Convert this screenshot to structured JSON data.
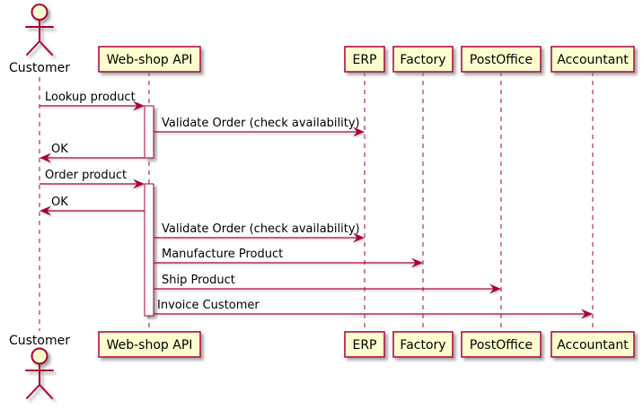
{
  "diagram": {
    "type": "uml-sequence-diagram",
    "actor": {
      "name": "Customer"
    },
    "participants": [
      {
        "name": "Web-shop API"
      },
      {
        "name": "ERP"
      },
      {
        "name": "Factory"
      },
      {
        "name": "PostOffice"
      },
      {
        "name": "Accountant"
      }
    ],
    "messages": [
      {
        "from": "Customer",
        "to": "Web-shop API",
        "label": "Lookup product"
      },
      {
        "from": "Web-shop API",
        "to": "ERP",
        "label": "Validate Order (check availability)"
      },
      {
        "from": "Web-shop API",
        "to": "Customer",
        "label": "OK"
      },
      {
        "from": "Customer",
        "to": "Web-shop API",
        "label": "Order product"
      },
      {
        "from": "Web-shop API",
        "to": "Customer",
        "label": "OK"
      },
      {
        "from": "Web-shop API",
        "to": "ERP",
        "label": "Validate Order (check availability)"
      },
      {
        "from": "Web-shop API",
        "to": "Factory",
        "label": "Manufacture Product"
      },
      {
        "from": "Web-shop API",
        "to": "PostOffice",
        "label": "Ship Product"
      },
      {
        "from": "Web-shop API",
        "to": "Accountant",
        "label": "Invoice Customer"
      }
    ],
    "activations": [
      {
        "on": "Web-shop API",
        "start_message": "Lookup product",
        "end_message": "OK"
      },
      {
        "on": "Web-shop API",
        "start_message": "Order product",
        "end_message": "Invoice Customer"
      }
    ],
    "colors": {
      "participant_fill": "#FEFECE",
      "stroke": "#A80036",
      "text": "#000000",
      "background": "#FFFFFF"
    }
  }
}
